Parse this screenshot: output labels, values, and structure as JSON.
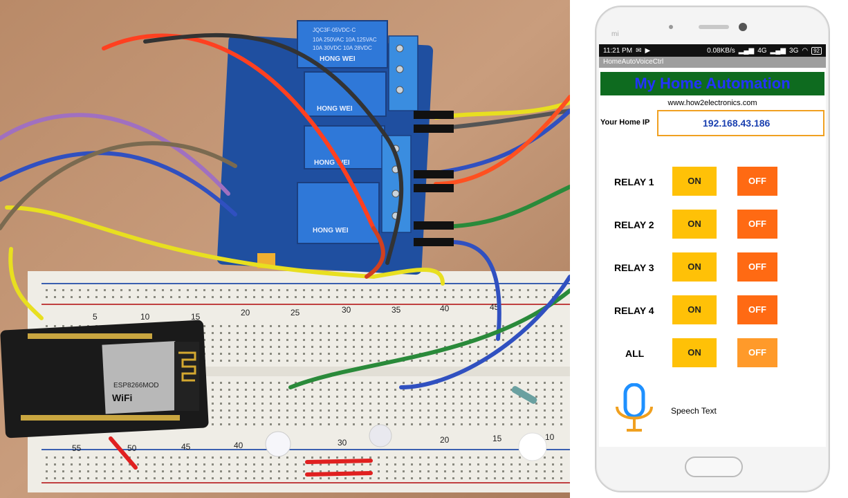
{
  "photo": {
    "relay_brand": "HONG WEI",
    "relay_model": "JQC3F-05VDC-C",
    "relay_rating_1": "10A 250VAC 10A 125VAC",
    "relay_rating_2": "10A 30VDC 10A 28VDC",
    "module_label": "ESP8266MOD",
    "wifi_label": "WiFi",
    "breadboard_top_numbers": [
      "5",
      "10",
      "15",
      "20",
      "25",
      "30",
      "35",
      "40",
      "45"
    ],
    "breadboard_bottom_numbers": [
      "55",
      "50",
      "45",
      "40",
      "30",
      "20",
      "15",
      "10"
    ]
  },
  "phone": {
    "status": {
      "time": "11:21 PM",
      "speed": "0.08KB/s",
      "network_1": "4G",
      "network_2": "3G",
      "battery": "92"
    },
    "app_title": "HomeAutoVoiceCtrl",
    "headline": "My Home Automation",
    "website": "www.how2electronics.com",
    "ip_label": "Your Home IP",
    "ip_value": "192.168.43.186",
    "relays": [
      {
        "label": "RELAY 1",
        "on": "ON",
        "off": "OFF"
      },
      {
        "label": "RELAY 2",
        "on": "ON",
        "off": "OFF"
      },
      {
        "label": "RELAY 3",
        "on": "ON",
        "off": "OFF"
      },
      {
        "label": "RELAY 4",
        "on": "ON",
        "off": "OFF"
      },
      {
        "label": "ALL",
        "on": "ON",
        "off": "OFF"
      }
    ],
    "speech_label": "Speech Text",
    "mi_logo": "mi"
  },
  "colors": {
    "headline_bg": "#0e6b1f",
    "headline_text": "#2233ff",
    "on_button": "#ffc107",
    "off_button": "#ff6a13",
    "ip_border": "#f0a020",
    "mic": "#1e90ff"
  }
}
